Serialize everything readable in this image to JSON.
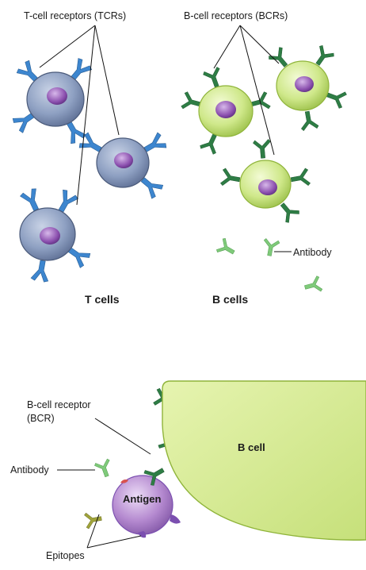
{
  "labels": {
    "tcr": "T-cell receptors (TCRs)",
    "bcr": "B-cell receptors (BCRs)",
    "antibody_top": "Antibody",
    "t_cells": "T cells",
    "b_cells": "B cells",
    "bcr_single_line1": "B-cell receptor",
    "bcr_single_line2": "(BCR)",
    "antibody_bottom": "Antibody",
    "b_cell": "B cell",
    "antigen": "Antigen",
    "epitopes": "Epitopes"
  },
  "colors": {
    "t_cell_fill": "#8a9bbd",
    "t_cell_stroke": "#4a5a7a",
    "t_receptor": "#3d86cf",
    "b_cell_fill": "#cfe88a",
    "b_cell_stroke": "#8fb43a",
    "b_receptor": "#2e7d45",
    "free_antibody": "#6fbf6f",
    "nucleus": "#8b4fae",
    "antigen_fill": "#b58ad0",
    "epitope_red": "#d9534f",
    "epitope_purple": "#7b4fb0",
    "antibody_gold": "#a0a33a"
  }
}
